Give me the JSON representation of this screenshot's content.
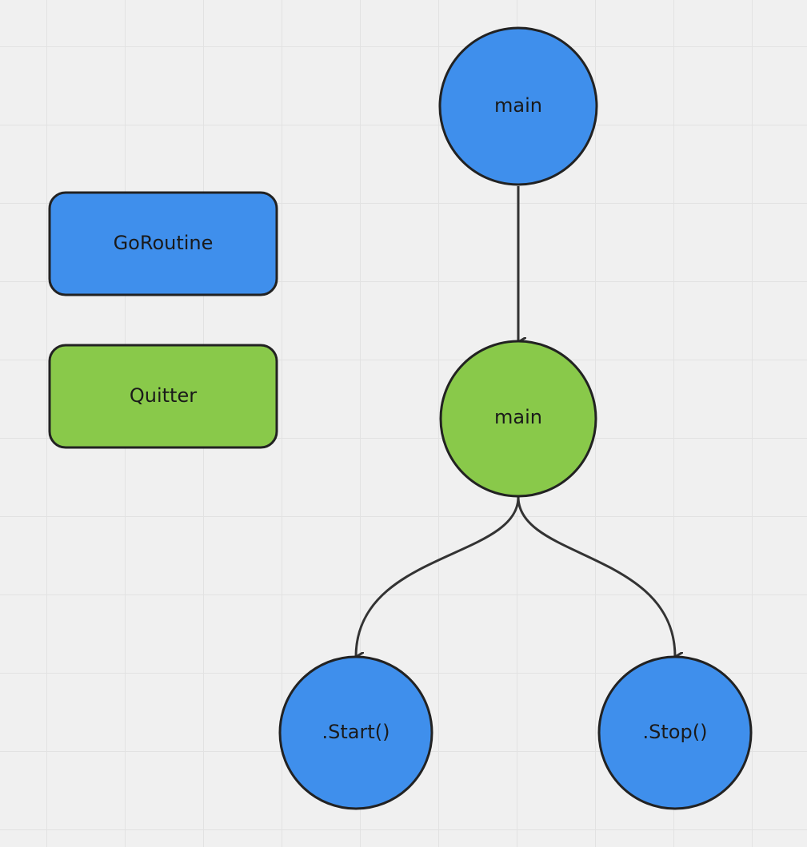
{
  "colors": {
    "goroutine": "#3f8fec",
    "quitter": "#89c94a",
    "stroke": "#222222",
    "edge": "#333333"
  },
  "legend": {
    "goroutine_label": "GoRoutine",
    "quitter_label": "Quitter"
  },
  "nodes": {
    "main_goroutine": "main",
    "main_quitter": "main",
    "start": ".Start()",
    "stop": ".Stop()"
  }
}
